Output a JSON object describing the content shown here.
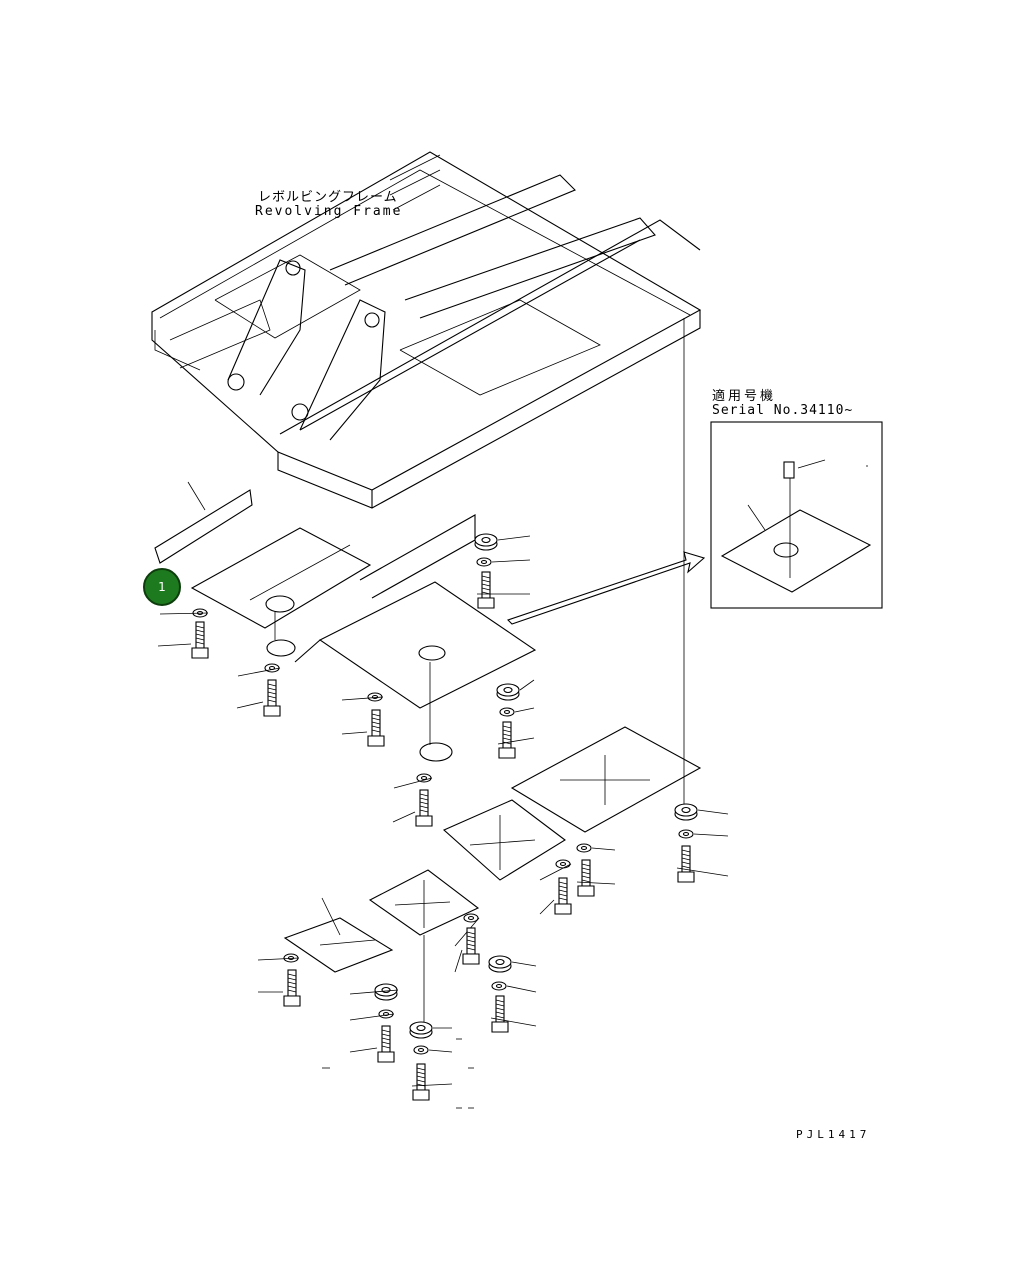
{
  "labels": {
    "frame_ja": "レボルビングフレーム",
    "frame_en": "Revolving Frame",
    "serial_ja": "適用号機",
    "serial_en": "Serial No.34110~",
    "sheet_id": "PJL1417"
  },
  "callouts": [
    {
      "number": "1",
      "color": "#1e7a1e"
    }
  ],
  "icons": [
    "revolving-frame",
    "floor-plate",
    "rubber-mount",
    "washer",
    "bolt",
    "arrow"
  ]
}
